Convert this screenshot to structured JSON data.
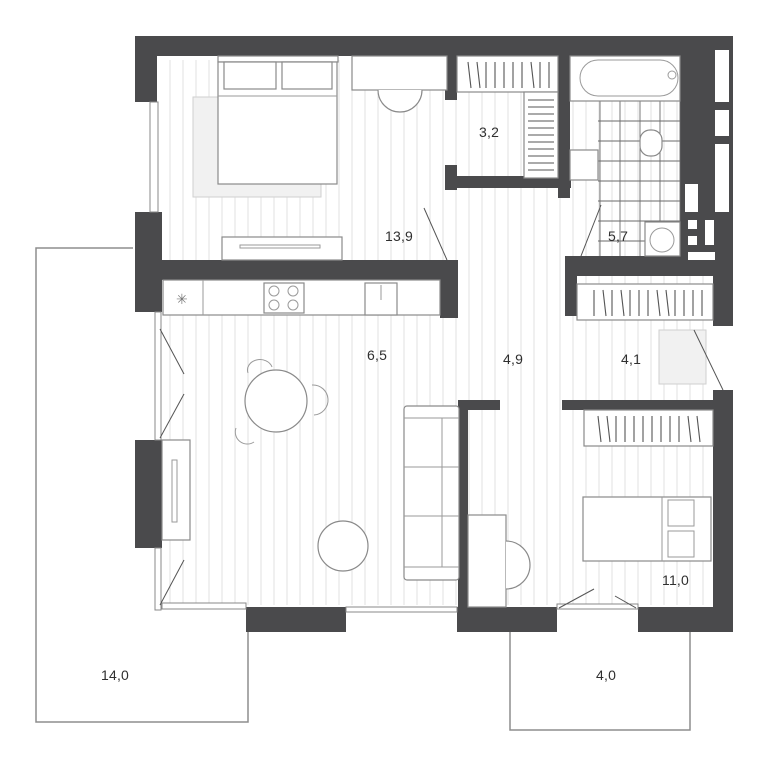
{
  "plan": {
    "type": "apartment-floor-plan",
    "colors": {
      "wall": "#4a4a4c",
      "floor": "#ffffff",
      "furniture_stroke": "#8a8a8a",
      "balcony_stroke": "#8d8d8d",
      "label": "#2f2f2f"
    },
    "rooms": [
      {
        "id": "bedroom",
        "area": "13,9"
      },
      {
        "id": "wardrobe",
        "area": "3,2"
      },
      {
        "id": "bathroom",
        "area": "5,7"
      },
      {
        "id": "kitchen-living",
        "area": "6,5"
      },
      {
        "id": "hallway",
        "area": "4,9"
      },
      {
        "id": "entry-hall",
        "area": "4,1"
      },
      {
        "id": "children-room",
        "area": "11,0"
      },
      {
        "id": "balcony-large",
        "area": "14,0"
      },
      {
        "id": "balcony-small",
        "area": "4,0"
      }
    ]
  }
}
